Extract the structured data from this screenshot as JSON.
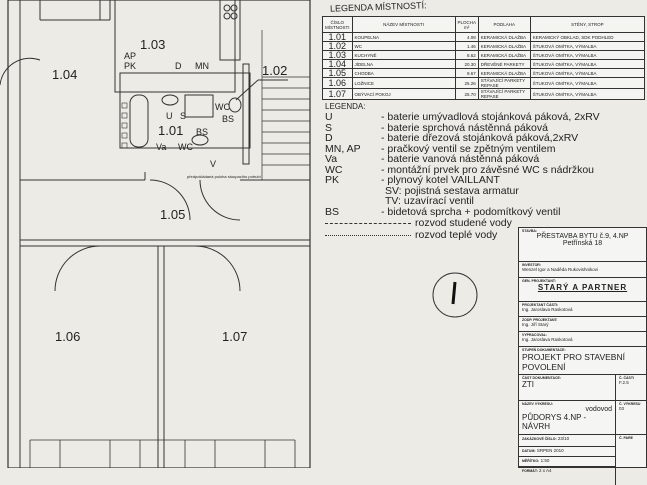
{
  "plan": {
    "rooms": {
      "r101": "1.01",
      "r102": "1.02",
      "r103": "1.03",
      "r104": "1.04",
      "r105": "1.05",
      "r106": "1.06",
      "r107": "1.07"
    },
    "fixtures": {
      "ap": "AP",
      "pk": "PK",
      "d": "D",
      "mn": "MN",
      "u": "U",
      "s": "S",
      "va": "Va",
      "wc1": "WC",
      "wc2": "WC",
      "bs1": "BS",
      "bs2": "BS",
      "v": "V"
    },
    "note_riser": "předpokládaná poloha stoupacího potrubí"
  },
  "rooms_legend": {
    "title": "LEGENDA MÍSTNOSTÍ:",
    "headers": [
      "ČÍSLO MÍSTNOSTI",
      "NÁZEV MÍSTNOSTI",
      "PLOCHA m²",
      "PODLAHA",
      "STĚNY, STROP"
    ],
    "rows": [
      [
        "1.01",
        "KOUPELNA",
        "4.08",
        "KERAMICKÁ DLAŽBA",
        "KERAMICKÝ OBKLAD, SDK PODHLED"
      ],
      [
        "1.02",
        "WC",
        "1.46",
        "KERAMICKÁ DLAŽBA",
        "ŠTUKOVÁ OMÍTKA, VÝMALBA"
      ],
      [
        "1.03",
        "KUCHYNĚ",
        "8.62",
        "KERAMICKÁ DLAŽBA",
        "ŠTUKOVÁ OMÍTKA, VÝMALBA"
      ],
      [
        "1.04",
        "JÍDELNA",
        "20.30",
        "DŘEVĚNÉ PARKETY",
        "ŠTUKOVÁ OMÍTKA, VÝMALBA"
      ],
      [
        "1.05",
        "CHODBA",
        "9.67",
        "KERAMICKÁ DLAŽBA",
        "ŠTUKOVÁ OMÍTKA, VÝMALBA"
      ],
      [
        "1.06",
        "LOŽNICE",
        "25.26",
        "STÁVAJÍCÍ PARKETY REPASE",
        "ŠTUKOVÁ OMÍTKA, VÝMALBA"
      ],
      [
        "1.07",
        "OBÝVACÍ POKOJ",
        "25.70",
        "STÁVAJÍCÍ PARKETY REPASE",
        "ŠTUKOVÁ OMÍTKA, VÝMALBA"
      ]
    ]
  },
  "legend": {
    "title": "LEGENDA:",
    "items": [
      {
        "k": "U",
        "v": "- baterie umývadlová stojánková páková, 2xRV"
      },
      {
        "k": "S",
        "v": "- baterie sprchová nástěnná páková"
      },
      {
        "k": "D",
        "v": "- baterie dřezová stojánková páková,2xRV"
      },
      {
        "k": "MN, AP",
        "v": "- pračkový ventil se zpětným ventilem"
      },
      {
        "k": "Va",
        "v": "- baterie vanová nástěnná páková"
      },
      {
        "k": "WC",
        "v": "- montážní prvek pro závěsné WC s nádržkou"
      },
      {
        "k": "PK",
        "v": "- plynový kotel VAILLANT"
      }
    ],
    "pk_sub1": "SV: pojistná sestava armatur",
    "pk_sub2": "TV: uzavírací ventil",
    "bs": {
      "k": "BS",
      "v": "- bidetová sprcha + podomítkový ventil"
    },
    "cold": "rozvod studené vody",
    "hot": "rozvod teplé vody"
  },
  "title_block": {
    "stavba_cap": "STAVBA:",
    "stavba1": "PŘESTAVBA BYTU č.9, 4.NP",
    "stavba2": "Petřínská 18",
    "investor_cap": "INVESTOR:",
    "investor": "Wenzel Igor a Naděda Rukovishnikovi",
    "gen_cap": "GEN. PROJEKTANT:",
    "logo": "STARÝ A PARTNER",
    "proj_cap": "PROJEKTANT ČÁSTI:",
    "proj": "Ing. Jaroslava Raskotová",
    "zodp_cap": "ZODP. PROJEKTANT:",
    "zodp": "Ing. Jiří Starý",
    "vyprac_cap": "VYPRACOVAL:",
    "vyprac": "Ing. Jaroslava Raskotová",
    "stupen_cap": "STUPEŇ DOKUMENTACE:",
    "stupen": "PROJEKT PRO STAVEBNÍ POVOLENÍ",
    "cast_cap": "ČÁST DOKUMENTACE:",
    "cast": "ZTI",
    "c_casti_cap": "Č. ČÁSTI",
    "c_casti": "F.2.5",
    "nazev_cap": "NÁZEV VÝKRESU:",
    "nazev1": "vodovod",
    "nazev2": "PŮDORYS 4.NP - NÁVRH",
    "c_vykresu_cap": "Č. VÝKRESU",
    "c_vykresu": "03",
    "zak_cap": "ZAKÁZKOVÉ ČÍSLO:",
    "zak": "23/10",
    "c_pare_cap": "Č. PARE",
    "datum_cap": "DATUM:",
    "datum": "SRPEN 2010",
    "meritko_cap": "MĚŘÍTKO:",
    "meritko": "1:50",
    "format_cap": "FORMÁT:",
    "format": "2 x A4"
  },
  "colors": {
    "paper": "#ecebe6",
    "ink": "#222222"
  }
}
